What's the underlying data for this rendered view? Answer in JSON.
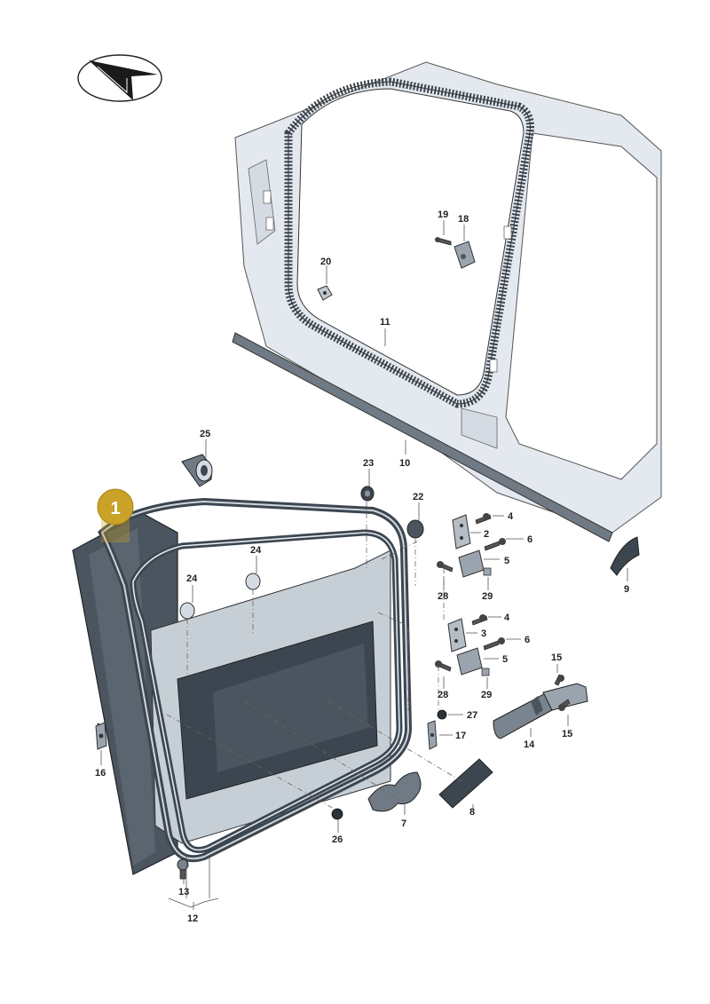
{
  "symbol": {
    "name": "direction-symbol-icon"
  },
  "badge": {
    "label": "1",
    "color": "#c9a227"
  },
  "colors": {
    "body": "#e4e9ef",
    "door_panel": "#4a5560",
    "seal": "#3c4650",
    "outline": "#333333"
  },
  "callouts": [
    {
      "id": "2",
      "label": "2"
    },
    {
      "id": "3",
      "label": "3"
    },
    {
      "id": "4a",
      "label": "4"
    },
    {
      "id": "4b",
      "label": "4"
    },
    {
      "id": "5a",
      "label": "5"
    },
    {
      "id": "5b",
      "label": "5"
    },
    {
      "id": "6a",
      "label": "6"
    },
    {
      "id": "6b",
      "label": "6"
    },
    {
      "id": "7",
      "label": "7"
    },
    {
      "id": "8",
      "label": "8"
    },
    {
      "id": "9",
      "label": "9"
    },
    {
      "id": "10",
      "label": "10"
    },
    {
      "id": "11",
      "label": "11"
    },
    {
      "id": "12",
      "label": "12"
    },
    {
      "id": "13",
      "label": "13"
    },
    {
      "id": "14",
      "label": "14"
    },
    {
      "id": "15a",
      "label": "15"
    },
    {
      "id": "15b",
      "label": "15"
    },
    {
      "id": "16",
      "label": "16"
    },
    {
      "id": "17",
      "label": "17"
    },
    {
      "id": "18",
      "label": "18"
    },
    {
      "id": "19",
      "label": "19"
    },
    {
      "id": "20",
      "label": "20"
    },
    {
      "id": "22",
      "label": "22"
    },
    {
      "id": "23",
      "label": "23"
    },
    {
      "id": "24a",
      "label": "24"
    },
    {
      "id": "24b",
      "label": "24"
    },
    {
      "id": "25",
      "label": "25"
    },
    {
      "id": "26",
      "label": "26"
    },
    {
      "id": "27",
      "label": "27"
    },
    {
      "id": "28a",
      "label": "28"
    },
    {
      "id": "28b",
      "label": "28"
    },
    {
      "id": "29a",
      "label": "29"
    },
    {
      "id": "29b",
      "label": "29"
    }
  ]
}
